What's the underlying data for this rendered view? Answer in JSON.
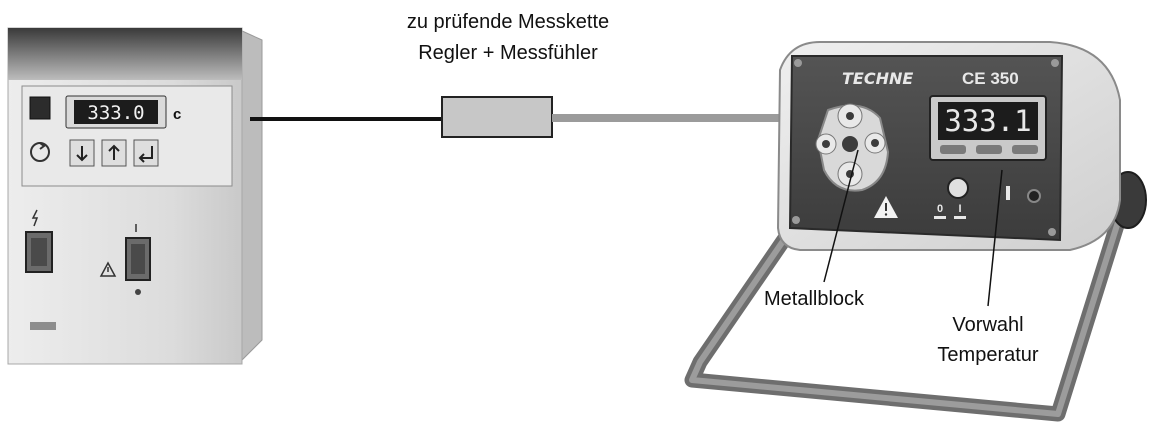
{
  "caption": {
    "line1": "zu prüfende Messkette",
    "line2": "Regler + Messfühler"
  },
  "left_device": {
    "display_value": "333.0",
    "display_unit": "c"
  },
  "right_device": {
    "brand": "TECHNE",
    "model": "CE 350",
    "display_value": "333.1",
    "switch_off": "0",
    "switch_on": "I"
  },
  "labels": {
    "metal_block": "Metallblock",
    "preset_line1": "Vorwahl",
    "preset_line2": "Temperatur"
  },
  "colors": {
    "device_light": "#e6e6e6",
    "device_dark": "#4a4a4a",
    "display_bg": "#1c1c1c",
    "cable_black": "#111111",
    "cable_gray": "#9b9b9b",
    "sensor_fill": "#c7c7c7"
  },
  "icons": [
    "warning-icon",
    "hazard-icon"
  ]
}
